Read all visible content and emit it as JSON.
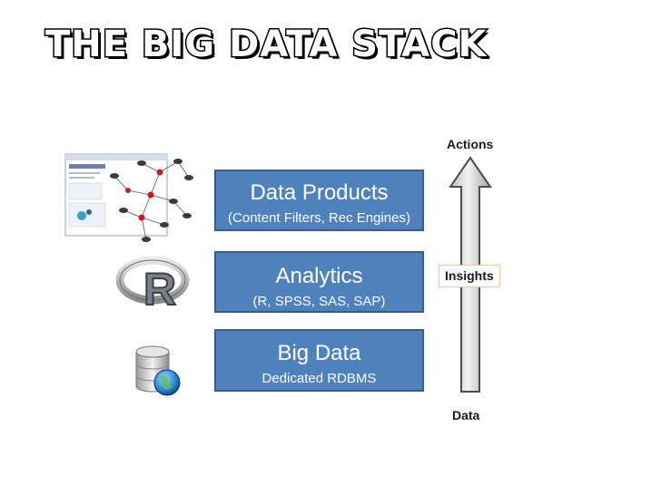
{
  "title": "THE BIG DATA STACK",
  "stack": [
    {
      "id": "products",
      "title": "Data Products",
      "subtitle": "(Content Filters, Rec Engines)"
    },
    {
      "id": "analytics",
      "title": "Analytics",
      "subtitle": "(R, SPSS, SAS, SAP)"
    },
    {
      "id": "bigdata",
      "title": "Big Data",
      "subtitle": "Dedicated RDBMS"
    }
  ],
  "flow": {
    "top_label": "Actions",
    "middle_label": "Insights",
    "bottom_label": "Data"
  },
  "icons": [
    "network-graph-screenshot-icon",
    "r-logo-icon",
    "database-globe-icon"
  ],
  "colors": {
    "box_fill": "#4f81bd",
    "box_border": "#385d8a",
    "arrow_fill": "#d9d9d9",
    "insights_border": "#f3c79a"
  }
}
